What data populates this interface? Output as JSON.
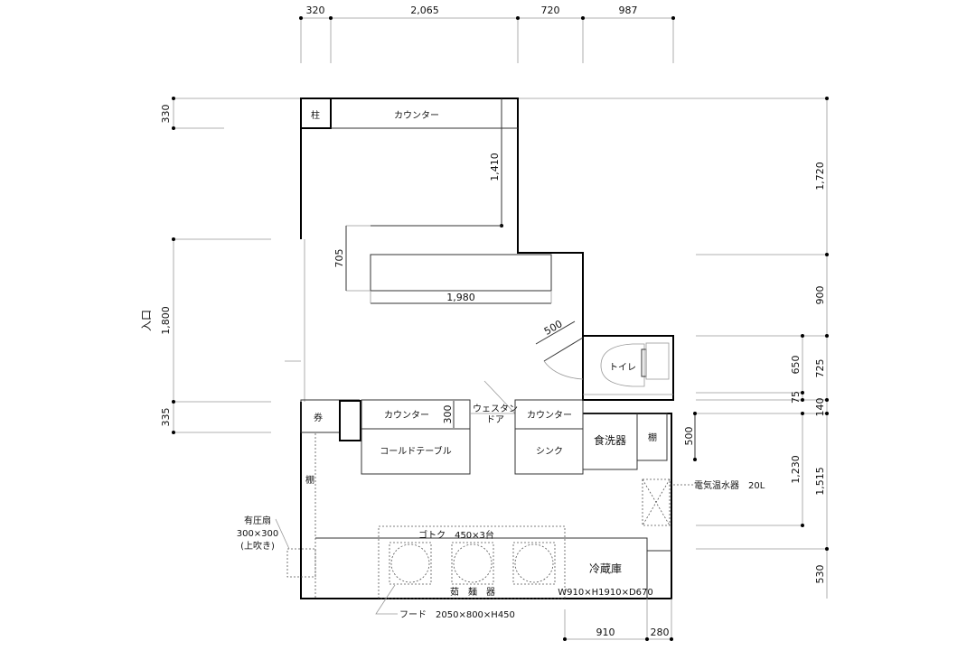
{
  "dimensions": {
    "top": [
      "320",
      "2,065",
      "720",
      "987"
    ],
    "left": [
      "330",
      "1,800",
      "335"
    ],
    "left_label": "入口",
    "right_outer": [
      "1,720",
      "900",
      "725",
      "140",
      "1,515",
      "530"
    ],
    "right_inner": [
      "650",
      "75",
      "1,230"
    ],
    "inner": {
      "d1410": "1,410",
      "d705": "705",
      "d1980": "1,980",
      "d500_door": "500",
      "d300": "300",
      "d500_shelf": "500"
    },
    "bottom": [
      "910",
      "280"
    ]
  },
  "rooms": {
    "pillar": "柱",
    "counter_top": "カウンター",
    "toilet": "トイレ",
    "ticket": "券",
    "counter_left": "カウンター",
    "cold_table": "コールドテーブル",
    "western_door_1": "ウェスタン",
    "western_door_2": "ドア",
    "counter_right": "カウンター",
    "sink": "シンク",
    "dishwasher": "食洗器",
    "shelf_right": "棚",
    "shelf_left": "棚",
    "water_heater": "電気温水器　20L",
    "gotoku": "ゴトク　450×3台",
    "noodle_boiler": "茹　麺　器",
    "fridge": "冷蔵庫",
    "fridge_size": "W910×H1910×D670",
    "fan_1": "有圧扇",
    "fan_2": "300×300",
    "fan_3": "(上吹き)",
    "hood": "フード　2050×800×H450"
  }
}
